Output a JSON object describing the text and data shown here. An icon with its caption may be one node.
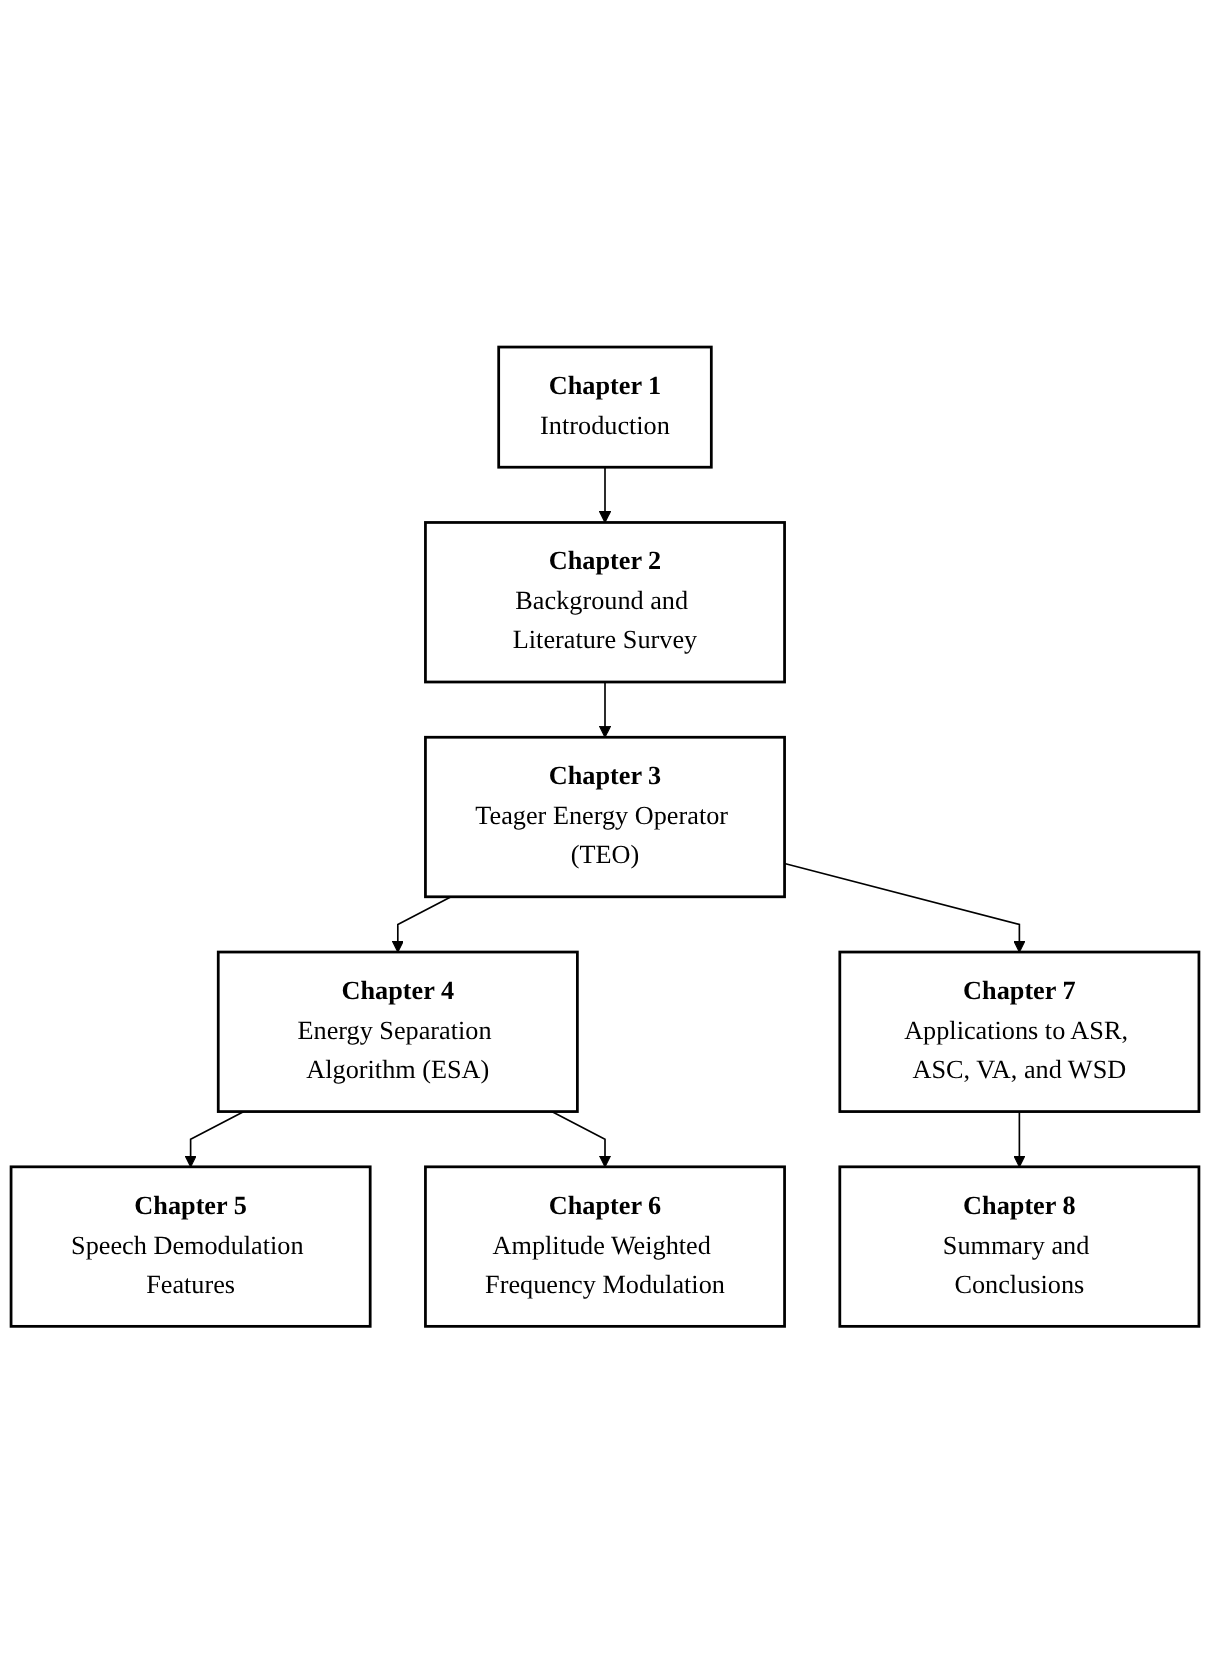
{
  "diagram": {
    "nodes": [
      {
        "text": [
          "Chapter 1",
          "Introduction"
        ]
      },
      {
        "text": [
          "Chapter 2",
          "Background and Literature Survey"
        ]
      },
      {
        "text": [
          "Chapter 3",
          "Teager Energy Operator (TEO)"
        ]
      },
      {
        "text": [
          "Chapter 4",
          "Energy Separation Algorithm (ESA)"
        ]
      },
      {
        "text": [
          "Chapter 5",
          "Speech Demodulation Features"
        ]
      },
      {
        "text": [
          "Chapter 6",
          "Amplitude Weighted Frequency Modulation"
        ]
      },
      {
        "text": [
          "Chapter 7",
          "Applications to ASR, ASC, VA, and WSD"
        ]
      },
      {
        "text": [
          "Chapter 8",
          "Summary and Conclusions"
        ]
      }
    ],
    "edges": [
      {
        "from": 0,
        "to": 1,
        "arrow": "to"
      },
      {
        "from": 1,
        "to": 2,
        "arrow": "to"
      },
      {
        "from": 2,
        "to": 3,
        "arrow": "to"
      },
      {
        "from": 3,
        "to": 4,
        "arrow": "to"
      },
      {
        "from": 3,
        "to": 5,
        "arrow": "to"
      },
      {
        "from": 2,
        "to": 6,
        "arrow": "to"
      },
      {
        "from": 6,
        "to": 7,
        "arrow": "to"
      }
    ]
  }
}
